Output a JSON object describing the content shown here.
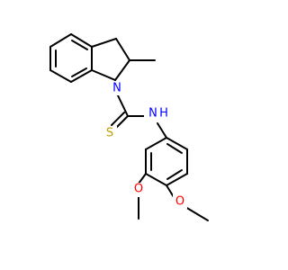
{
  "molecule": {
    "atoms": [
      {
        "id": "N1",
        "text": "N",
        "color": "#0000ff"
      },
      {
        "id": "NH",
        "text": "N",
        "color": "#0000ff"
      },
      {
        "id": "H",
        "text": "H",
        "color": "#0000ff"
      },
      {
        "id": "S",
        "text": "S",
        "color": "#b8a000"
      },
      {
        "id": "O1",
        "text": "O",
        "color": "#ff0000"
      },
      {
        "id": "O2",
        "text": "O",
        "color": "#ff0000"
      }
    ]
  }
}
